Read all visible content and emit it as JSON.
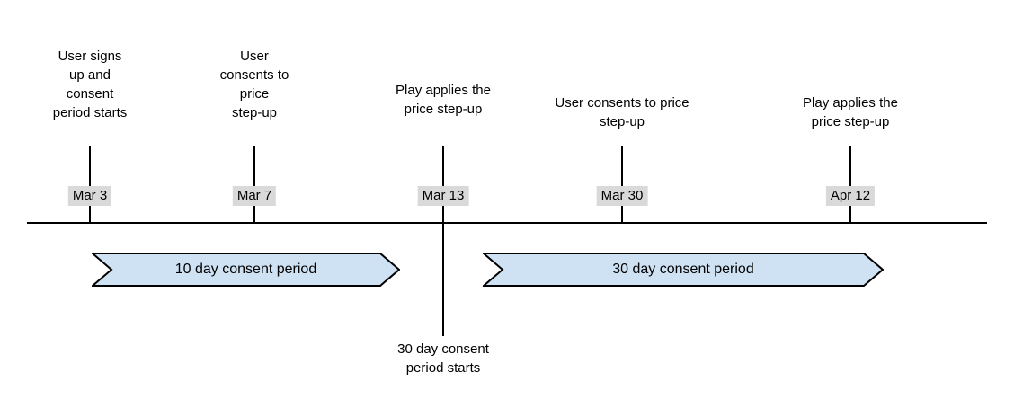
{
  "colors": {
    "background": "#ffffff",
    "line": "#000000",
    "date_background": "#d9d9d9",
    "period_fill": "#cfe2f3",
    "period_border": "#000000",
    "text": "#000000"
  },
  "timeline": {
    "events": [
      {
        "label": "User signs\nup and\nconsent\nperiod starts",
        "date": "Mar 3"
      },
      {
        "label": "User\nconsents to\nprice\nstep-up",
        "date": "Mar 7"
      },
      {
        "label": "Play applies the\nprice step-up",
        "date": "Mar 13"
      },
      {
        "label": "User consents to price\nstep-up",
        "date": "Mar 30"
      },
      {
        "label": "Play applies the\nprice step-up",
        "date": "Apr 12"
      }
    ],
    "periods": [
      {
        "label": "10 day consent period"
      },
      {
        "label": "30 day consent period"
      }
    ],
    "annotation": {
      "label": "30 day consent\nperiod starts"
    }
  }
}
